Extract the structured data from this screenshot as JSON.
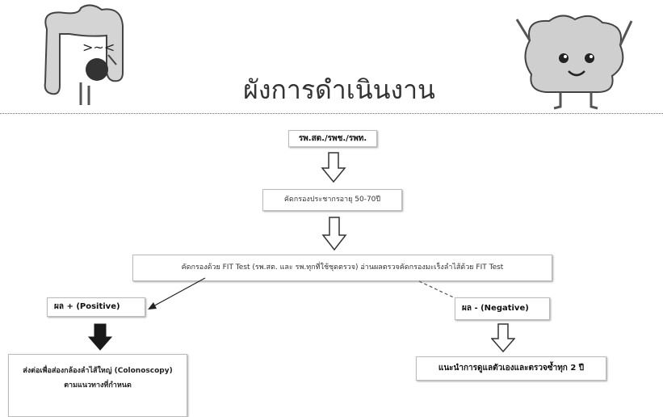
{
  "header": {
    "title": "ผังการดำเนินงาน"
  },
  "flowchart": {
    "step1": "รพ.สต./รพช./รพท.",
    "step2": "คัดกรองประชากรอายุ 50-70ปี",
    "step3": "คัดกรองด้วย FIT Test (รพ.สต. และ รพ.ทุกที่ใช้ชุดตรวจ) อ่านผลตรวจคัดกรองมะเร็งลำไส้ด้วย FIT Test",
    "positive_label": "ผล + (Positive)",
    "negative_label": "ผล - (Negative)",
    "positive_action_line1": "ส่งต่อเพื่อส่องกล้องลำไส้ใหญ่ (Colonoscopy)",
    "positive_action_line2": "ตามแนวทางที่กำหนด",
    "negative_action": "แนะนำการดูแลตัวเองและตรวจซ้ำทุก 2 ปี"
  },
  "colors": {
    "hollow_arrow": "#ffffff",
    "solid_arrow": "#1a1a1a",
    "mascot_body": "#cfcfcf"
  }
}
